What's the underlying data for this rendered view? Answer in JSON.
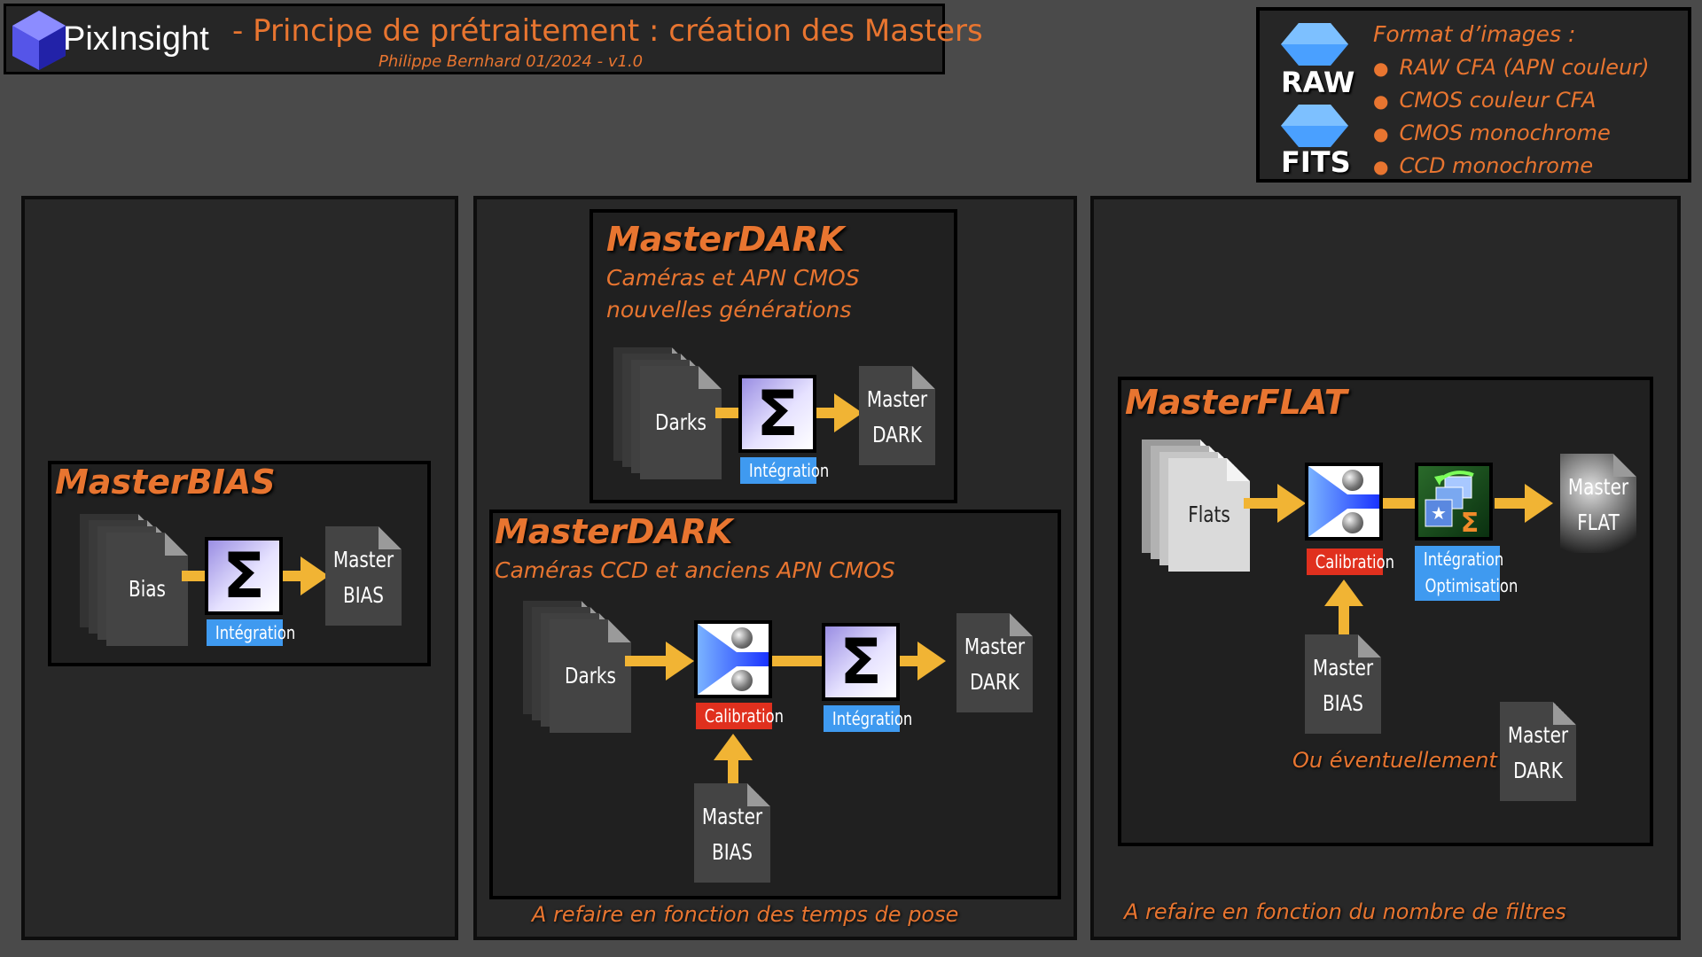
{
  "header": {
    "logo_text": "PixInsight",
    "title": "- Principe de prétraitement : création des Masters",
    "author": "Philippe Bernhard 01/2024 - v1.0"
  },
  "formats": {
    "heading": "Format d’images :",
    "raw_label": "RAW",
    "fits_label": "FITS",
    "items": [
      "RAW CFA (APN couleur)",
      "CMOS couleur CFA",
      "CMOS monochrome",
      "CCD monochrome"
    ]
  },
  "bias": {
    "heading": "MasterBIAS",
    "input": "Bias",
    "tool": "Intégration",
    "output": [
      "Master",
      "BIAS"
    ]
  },
  "dark_new": {
    "heading": "MasterDARK",
    "subtitle": [
      "Caméras et APN CMOS",
      "nouvelles générations"
    ],
    "input": "Darks",
    "tool": "Intégration",
    "output": [
      "Master",
      "DARK"
    ]
  },
  "dark_ccd": {
    "heading": "MasterDARK",
    "subtitle": "Caméras CCD et anciens APN CMOS",
    "input": "Darks",
    "tool_calibration": "Calibration",
    "tool_integration": "Intégration",
    "side_input": [
      "Master",
      "BIAS"
    ],
    "output": [
      "Master",
      "DARK"
    ]
  },
  "dark_note": "A refaire en fonction des temps de pose",
  "flat": {
    "heading": "MasterFLAT",
    "input": "Flats",
    "tool_calibration": "Calibration",
    "tool_optim": [
      "Intégration",
      "Optimisation"
    ],
    "side_input": [
      "Master",
      "BIAS"
    ],
    "alternative": "Ou éventuellement",
    "alt_input": [
      "Master",
      "DARK"
    ],
    "output": [
      "Master",
      "FLAT"
    ]
  },
  "flat_note": "A refaire en fonction du nombre de filtres",
  "colors": {
    "accent": "#e87530",
    "arrow": "#f1b434",
    "tag_blue": "#3f9af0",
    "tag_red": "#e0301e"
  }
}
